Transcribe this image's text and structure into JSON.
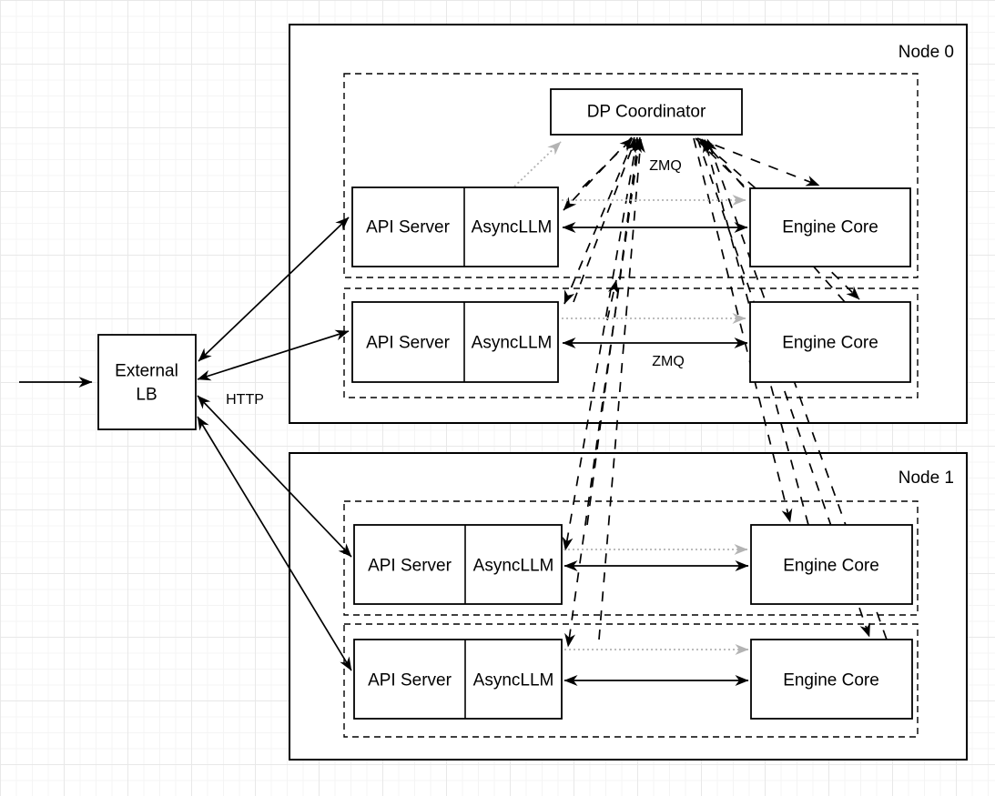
{
  "diagram": {
    "node0": {
      "label": "Node 0"
    },
    "node1": {
      "label": "Node 1"
    },
    "dp_coordinator": {
      "label": "DP Coordinator"
    },
    "external_lb": {
      "label_line1": "External",
      "label_line2": "LB"
    },
    "component_labels": {
      "api_server": "API Server",
      "async_llm": "AsyncLLM",
      "engine_core": "Engine Core"
    },
    "edge_labels": {
      "zmq_coordinator": "ZMQ",
      "zmq_engine": "ZMQ",
      "http": "HTTP"
    },
    "colors": {
      "line": "#000000",
      "box_fill": "#ffffff",
      "dotted_line": "#b3b3b3",
      "grid_minor": "#f4f4f4",
      "grid_major": "#e8e8e8"
    },
    "structure": {
      "nodes": [
        "Node 0",
        "Node 1"
      ],
      "replicas_per_node": 2,
      "replica_components": [
        "API Server",
        "AsyncLLM",
        "Engine Core"
      ],
      "coordinator_location": "Node 0"
    },
    "connections": [
      {
        "from": "client",
        "to": "External LB",
        "style": "solid-arrow",
        "label": ""
      },
      {
        "from": "External LB",
        "to": "API Server (Node 0, replica 1)",
        "style": "solid-bidirectional",
        "label": "HTTP"
      },
      {
        "from": "External LB",
        "to": "API Server (Node 0, replica 2)",
        "style": "solid-bidirectional",
        "label": "HTTP"
      },
      {
        "from": "External LB",
        "to": "API Server (Node 1, replica 1)",
        "style": "solid-bidirectional",
        "label": "HTTP"
      },
      {
        "from": "External LB",
        "to": "API Server (Node 1, replica 2)",
        "style": "solid-bidirectional",
        "label": "HTTP"
      },
      {
        "from": "AsyncLLM (each replica)",
        "to": "Engine Core (same replica)",
        "style": "solid-bidirectional",
        "label": "ZMQ"
      },
      {
        "from": "AsyncLLM (each replica)",
        "to": "Engine Core (same replica)",
        "style": "dotted-gray-arrow",
        "label": ""
      },
      {
        "from": "AsyncLLM (Node 0, replica 1)",
        "to": "DP Coordinator",
        "style": "dotted-gray-arrow",
        "label": ""
      },
      {
        "from": "DP Coordinator",
        "to": "AsyncLLM (all 4 replicas)",
        "style": "dashed-bidirectional",
        "label": "ZMQ"
      },
      {
        "from": "DP Coordinator",
        "to": "Engine Core (all 4 replicas)",
        "style": "dashed-bidirectional",
        "label": "ZMQ"
      }
    ]
  }
}
